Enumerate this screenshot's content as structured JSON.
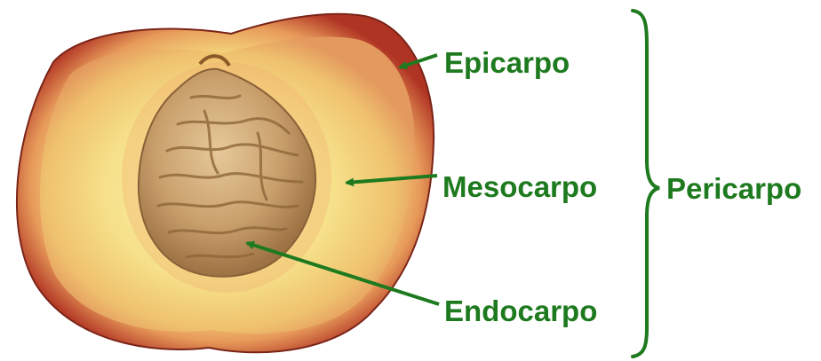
{
  "labels": {
    "epicarpo": "Epicarpo",
    "mesocarpo": "Mesocarpo",
    "endocarpo": "Endocarpo",
    "pericarpo": "Pericarpo"
  },
  "colors": {
    "label_text": "#1e7a1e",
    "arrow": "#1e7a1e",
    "skin_red": "#b83a25",
    "flesh_yellow": "#f6e48a",
    "pit_brown": "#c39a66"
  }
}
